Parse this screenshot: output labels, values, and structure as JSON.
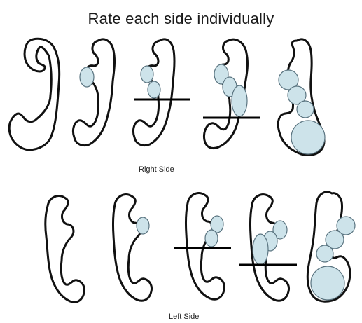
{
  "title": "Rate each side individually",
  "rows": [
    {
      "caption": "Right Side",
      "grades": [
        {
          "growths": 0,
          "level_line": false
        },
        {
          "growths": 1,
          "level_line": false
        },
        {
          "growths": 2,
          "level_line": true
        },
        {
          "growths": 3,
          "level_line": true
        },
        {
          "growths": 4,
          "level_line": false
        }
      ]
    },
    {
      "caption": "Left Side",
      "grades": [
        {
          "growths": 0,
          "level_line": false
        },
        {
          "growths": 1,
          "level_line": false
        },
        {
          "growths": 2,
          "level_line": true
        },
        {
          "growths": 3,
          "level_line": true
        },
        {
          "growths": 4,
          "level_line": false
        }
      ]
    }
  ],
  "colors": {
    "outline": "#111111",
    "growth_fill": "#cde3ea",
    "growth_stroke": "#5a7480",
    "line": "#000000"
  }
}
